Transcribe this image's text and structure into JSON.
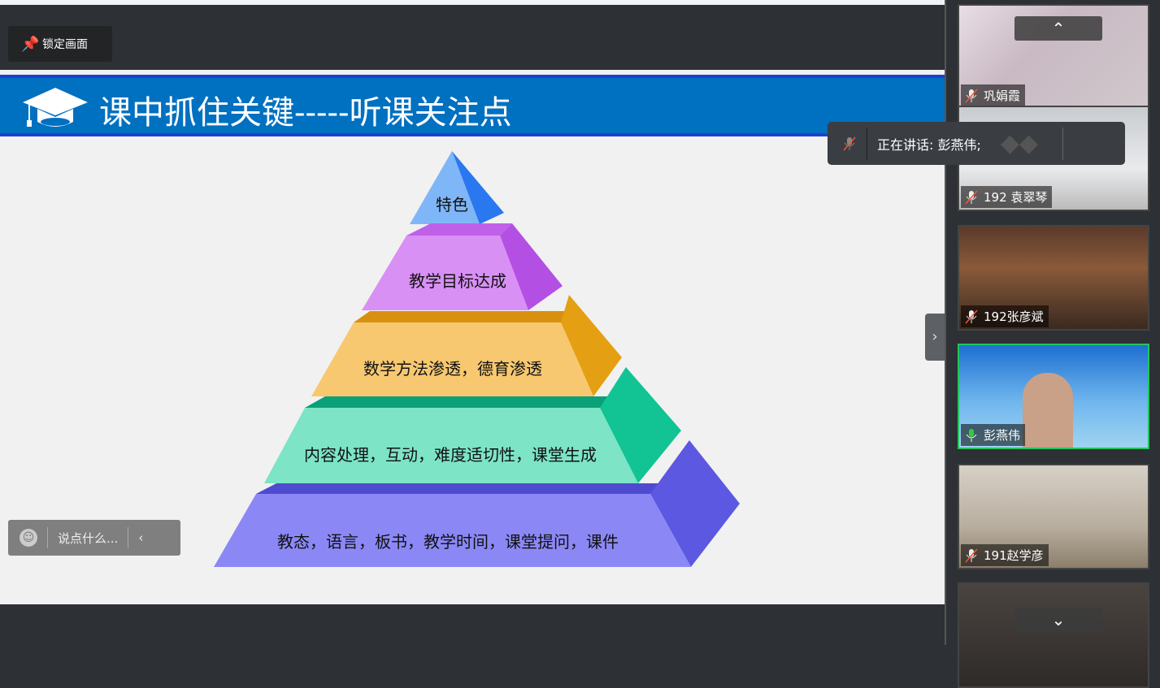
{
  "toolbar": {
    "lock_label": "锁定画面"
  },
  "slide": {
    "title": "课中抓住关键-----听课关注点",
    "pyramid": [
      "特色",
      "教学目标达成",
      "数学方法渗透，德育渗透",
      "内容处理，互动，难度适切性，课堂生成",
      "教态，语言，板书，教学时间，课堂提问，课件"
    ]
  },
  "chat": {
    "placeholder": "说点什么..."
  },
  "toast": {
    "speaking": "正在讲话: 彭燕伟;"
  },
  "participants": [
    {
      "name": "巩娟霞",
      "muted": true
    },
    {
      "name": "192 袁翠琴",
      "muted": true
    },
    {
      "name": "192张彦斌",
      "muted": true
    },
    {
      "name": "彭燕伟",
      "muted": false,
      "active": true
    },
    {
      "name": "191赵学彦",
      "muted": true
    },
    {
      "name": "",
      "muted": true
    }
  ],
  "colors": {
    "banner": "#0070c0",
    "active": "#22c55e"
  }
}
